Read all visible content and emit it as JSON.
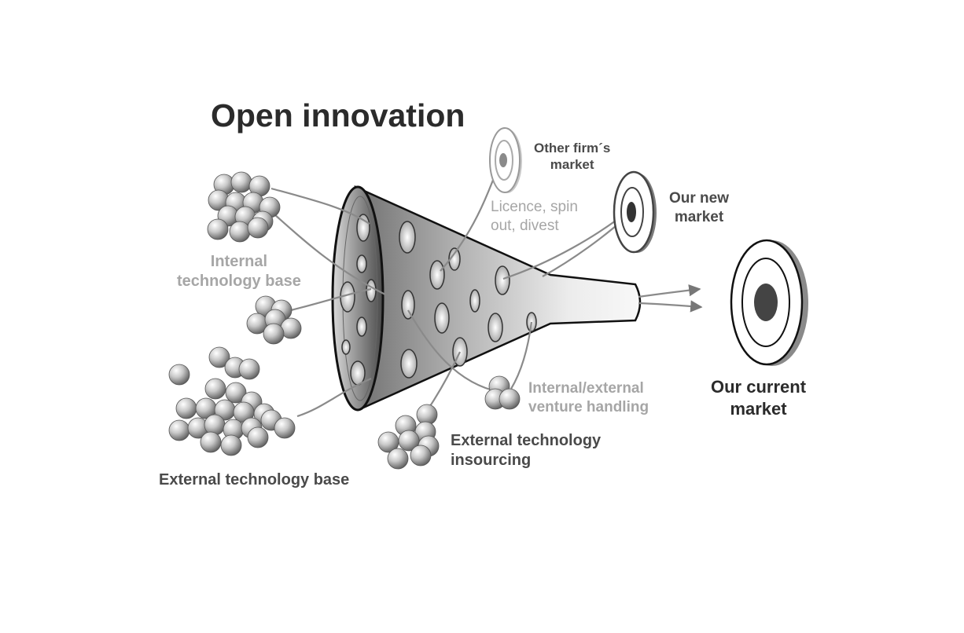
{
  "title": "Open innovation",
  "labels": {
    "other_firms_market": "Other firm´s\nmarket",
    "licence": "Licence, spin\nout, divest",
    "our_new_market": "Our new\nmarket",
    "our_current_market": "Our current\nmarket",
    "internal_technology_base": "Internal\ntechnology base",
    "venture_handling": "Internal/external\nventure handling",
    "external_insourcing": "External technology\ninsourcing",
    "external_technology_base": "External technology base"
  }
}
